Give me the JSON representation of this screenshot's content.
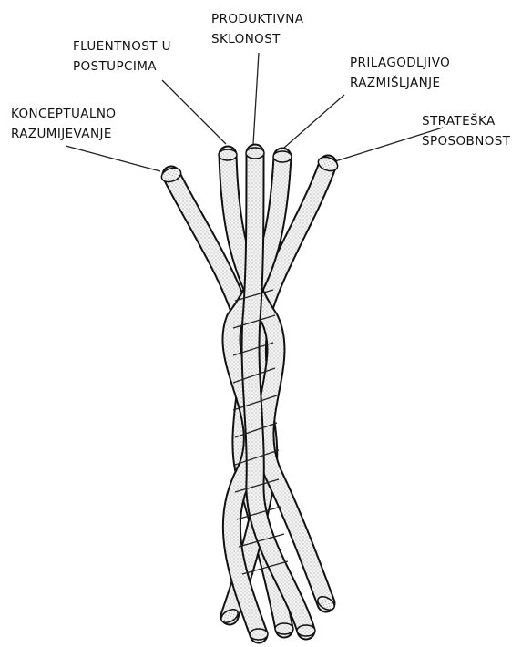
{
  "strands": [
    {
      "id": "konceptualno",
      "line1": "KONCEPTUALNO",
      "line2": "RAZUMIJEVANJE"
    },
    {
      "id": "fluentnost",
      "line1": "FLUENTNOST U",
      "line2": "POSTUPCIMA"
    },
    {
      "id": "produktivna",
      "line1": "PRODUKTIVNA",
      "line2": "SKLONOST"
    },
    {
      "id": "prilagodljivo",
      "line1": "PRILAGODLJIVO",
      "line2": "RAZMIŠLJANJE"
    },
    {
      "id": "strateska",
      "line1": "STRATEŠKA",
      "line2": "SPOSOBNOST"
    }
  ]
}
